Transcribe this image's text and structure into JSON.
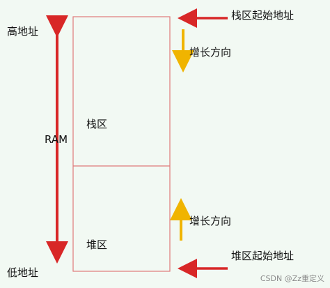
{
  "labels": {
    "high_address": "高地址",
    "low_address": "低地址",
    "ram": "RAM",
    "stack_region": "栈区",
    "heap_region": "堆区",
    "stack_start_address": "栈区起始地址",
    "heap_start_address": "堆区起始地址",
    "growth_direction_top": "增长方向",
    "growth_direction_bottom": "增长方向"
  },
  "watermark": "CSDN @Zz重定义",
  "colors": {
    "background": "#f2f9f3",
    "memory_border": "#e07a7a",
    "red_arrow": "#d82727",
    "yellow_arrow": "#f0b400",
    "text": "#111111"
  }
}
